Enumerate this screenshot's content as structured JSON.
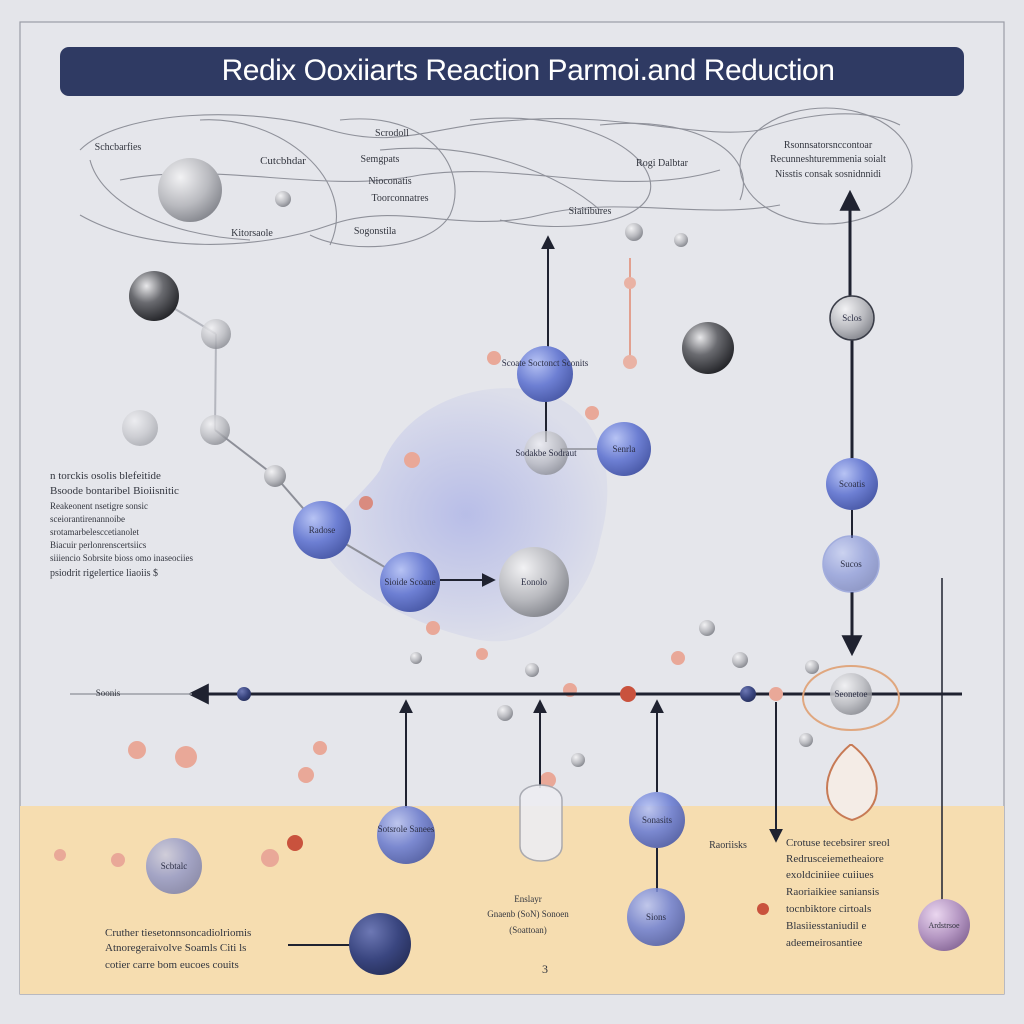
{
  "title": "Redix Ooxiiarts Reaction Parmoi.and Reduction",
  "page_number": "3",
  "colors": {
    "title_bar": "#2f3a63",
    "node_blue": "#6d7fd3",
    "node_navy": "#3a4680",
    "node_grey": "#b9babf",
    "accent_red": "#c9523d",
    "floor": "#f6ddb0",
    "background": "#e5e6eb"
  },
  "top_network": {
    "labels": [
      "Schcbarfies",
      "Cutcbhdar",
      "Kitorsaole",
      "Scrodoll",
      "Semgpats",
      "Nioconatis",
      "Toorconnatres",
      "Sogonstila",
      "Rogi Dalbtar",
      "Siaitibures"
    ],
    "box_lines": [
      "Rsonnsatorsnccontoar",
      "Recunneshturemmenia soialt",
      "Nisstis consak sosnidnnidi"
    ]
  },
  "nodes": {
    "n1": "Scoate Soctonct Sconits",
    "n2": "Sodakbe Sodraut",
    "n3": "Senrla",
    "n4": "Radose",
    "n5": "Sioide Scoane",
    "n6": "Eonolo",
    "n7": "Sclos",
    "n8": "Scoatis",
    "n9": "Sucos",
    "n10": "Sotsrole Sanees",
    "n11": "Scbtalc",
    "n12": "Sonasits",
    "n13": "Sions",
    "n14": "Seonetoe"
  },
  "side_labels": {
    "axis_left": "Soonis",
    "hooks": "Raoriisks",
    "scale": "Ardstrsoe",
    "flask": [
      "Enslayr",
      "Gnaenb (SoN) Sonoen",
      "(Soattoan)"
    ]
  },
  "annotations": {
    "left": [
      "n torckis osolis blefeitide",
      "Bsoode bontaribel Bioiisnitic",
      "Reakeonent nsetigre sonsic",
      "sceiorantirenannoibe",
      "srotamarbelesccetianolet",
      "Biacuir perlonrenscertsiics",
      "siiiencio Sobrsite bioss omo inaseociies",
      "psiodrit rigelertice liaoiis $"
    ],
    "bottom_left": [
      "Cruther tiesetonnsoncadiolriomis",
      "Atnoregeraivolve Soamls Citi ls",
      "cotier carre bom eucoes couits"
    ],
    "bottom_right": [
      "Crotuse tecebsirer sreol",
      "Redrusceiemetheaiore",
      "exoldciniiee cuiiues",
      "Raoriaikiee saniansis",
      "tocnbiktore cirtoals",
      "Blasiiesstaniudil e",
      "adeemeirosantiee"
    ]
  }
}
